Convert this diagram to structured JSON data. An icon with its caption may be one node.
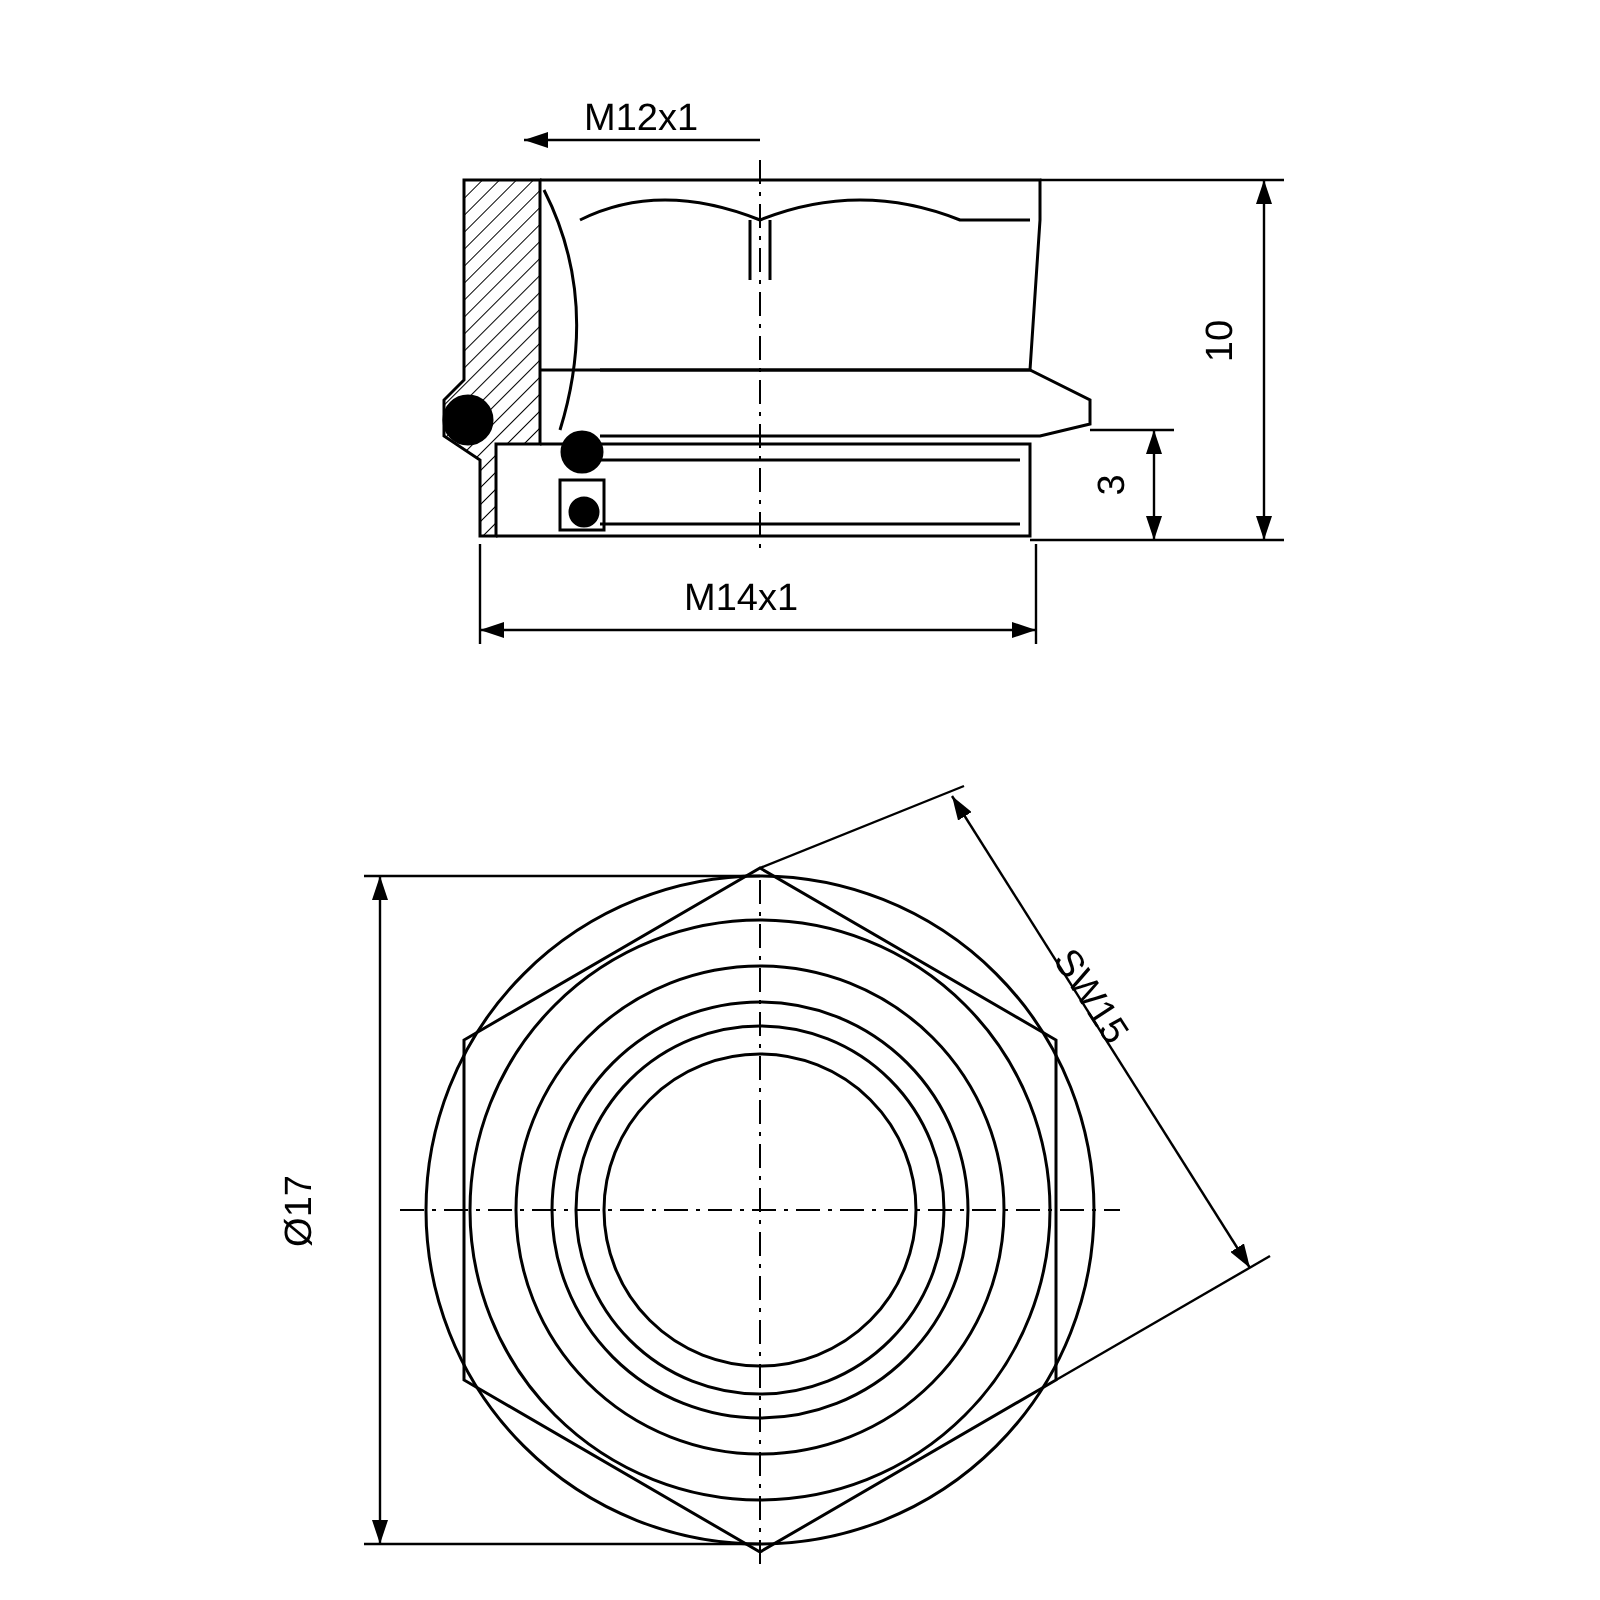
{
  "diagram": {
    "labels": [
      "M12x1",
      "10",
      "3",
      "M14x1",
      "SW15",
      "Ø17"
    ]
  }
}
